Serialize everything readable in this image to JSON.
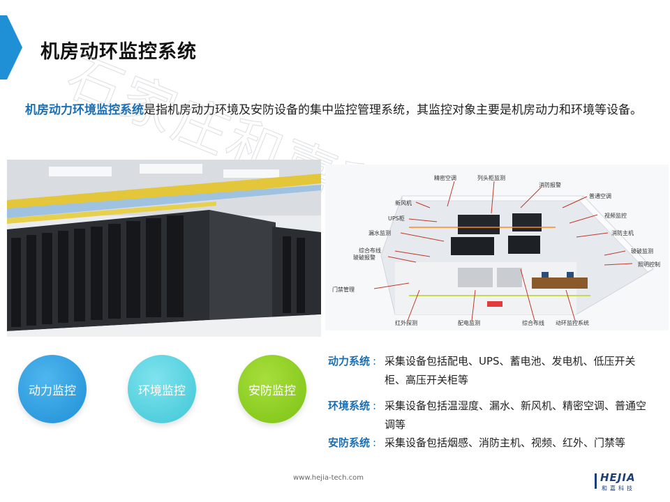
{
  "title": "机房动环监控系统",
  "intro": {
    "highlight": "机房动力环境监控系统",
    "text": "是指机房动力环境及安防设备的集中监控管理系统，其监控对象主要是机房动力和环境等设备。"
  },
  "watermark": "石家庄和嘉科技有限公司",
  "diagram_labels": {
    "precision_ac": "精密空调",
    "cabinet_head": "列头柜监测",
    "fire_alarm": "消防报警",
    "fresh_air": "新风机",
    "normal_ac": "普通空调",
    "ups": "UPS柜",
    "video": "视频监控",
    "leak": "漏水监测",
    "fire_host": "消防主机",
    "cabling": "综合布线",
    "glass_monitor": "玻破监测",
    "glass_alarm": "玻破报警",
    "lighting": "照明控制",
    "access": "门禁管理",
    "infrared": "红外探测",
    "power_dist": "配电监测",
    "cabling2": "综合布线",
    "dh_system": "动环监控系统"
  },
  "circles": [
    "动力监控",
    "环境监控",
    "安防监控"
  ],
  "systems": [
    {
      "label": "动力系统",
      "colon": ":",
      "desc": "采集设备包括配电、UPS、蓄电池、发电机、低压开关柜、高压开关柜等"
    },
    {
      "label": "环境系统",
      "colon": ":",
      "desc": "采集设备包括温湿度、漏水、新风机、精密空调、普通空调等"
    },
    {
      "label": "安防系统",
      "colon": ":",
      "desc": "采集设备包括烟感、消防主机、视频、红外、门禁等"
    }
  ],
  "footer": {
    "url": "www.hejia-tech.com",
    "logo_name": "HEJIA",
    "logo_sub": "和嘉科技"
  },
  "colors": {
    "accent_blue": "#1a6fb5",
    "circle_blue": "#1f8fd6",
    "circle_cyan": "#3fc6d6",
    "circle_green": "#7cc313"
  }
}
